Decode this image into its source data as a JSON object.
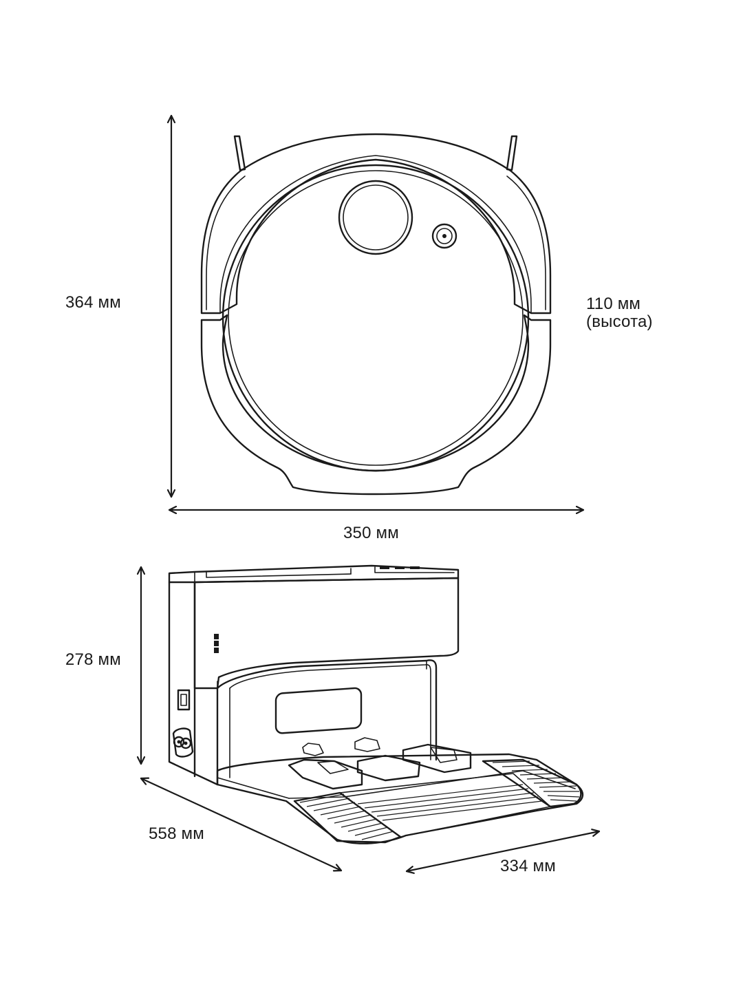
{
  "dimensions": {
    "robot_height_label": "364 мм",
    "robot_width_label": "350 мм",
    "robot_thickness_label_line1": "110 мм",
    "robot_thickness_label_line2": "(высота)",
    "station_height_label": "278 мм",
    "station_depth_label": "558 мм",
    "station_width_label": "334 мм"
  },
  "colors": {
    "line": "#1a1a1a",
    "background": "#ffffff"
  }
}
